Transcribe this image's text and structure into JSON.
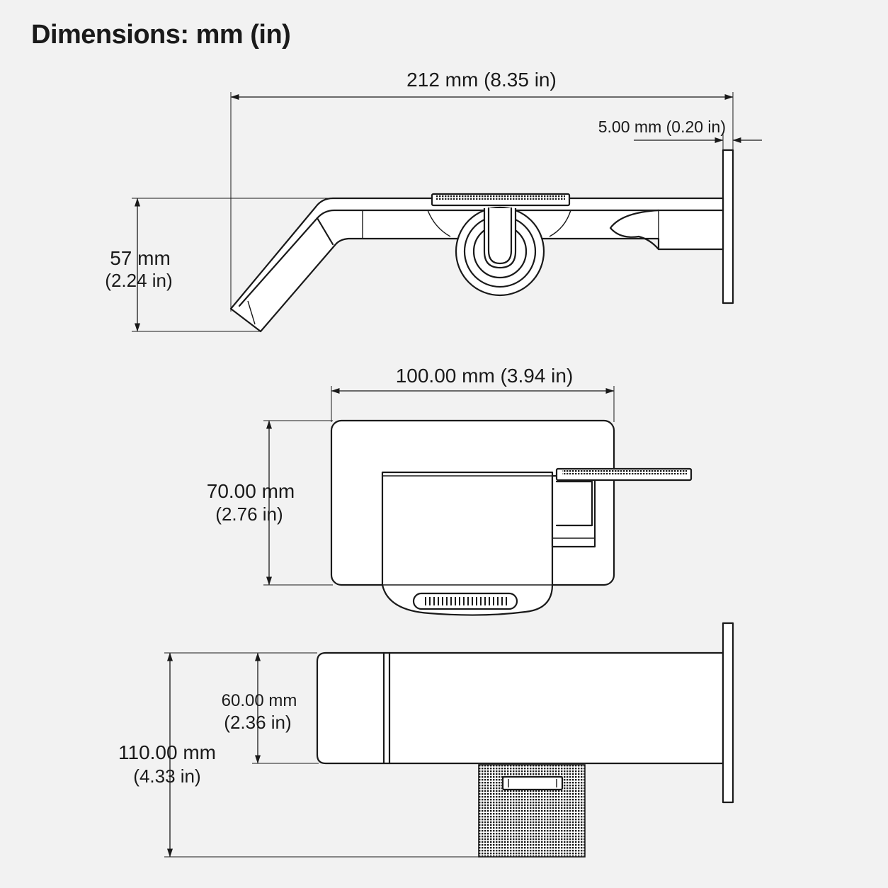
{
  "title": "Dimensions: mm (in)",
  "side_view": {
    "overall_length": "212 mm (8.35 in)",
    "plate_thickness": "5.00 mm (0.20 in)",
    "height_mm": "57 mm",
    "height_in": "(2.24 in)"
  },
  "front_view": {
    "plate_width": "100.00 mm (3.94 in)",
    "plate_height_mm": "70.00 mm",
    "plate_height_in": "(2.76 in)"
  },
  "top_view": {
    "arm_depth_mm": "60.00 mm",
    "arm_depth_in": "(2.36 in)",
    "overall_depth_mm": "110.00 mm",
    "overall_depth_in": "(4.33 in)"
  },
  "colors": {
    "line": "#1a1a1a",
    "background": "#f2f2f2",
    "fill": "#ffffff"
  }
}
